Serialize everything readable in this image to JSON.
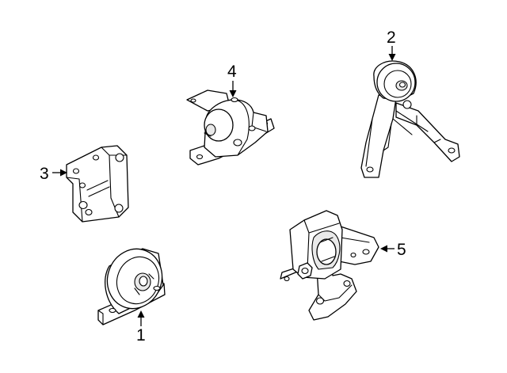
{
  "callouts": {
    "part_1": "1",
    "part_2": "2",
    "part_3": "3",
    "part_4": "4",
    "part_5": "5"
  },
  "colors": {
    "line": "#000000",
    "background": "#ffffff"
  }
}
